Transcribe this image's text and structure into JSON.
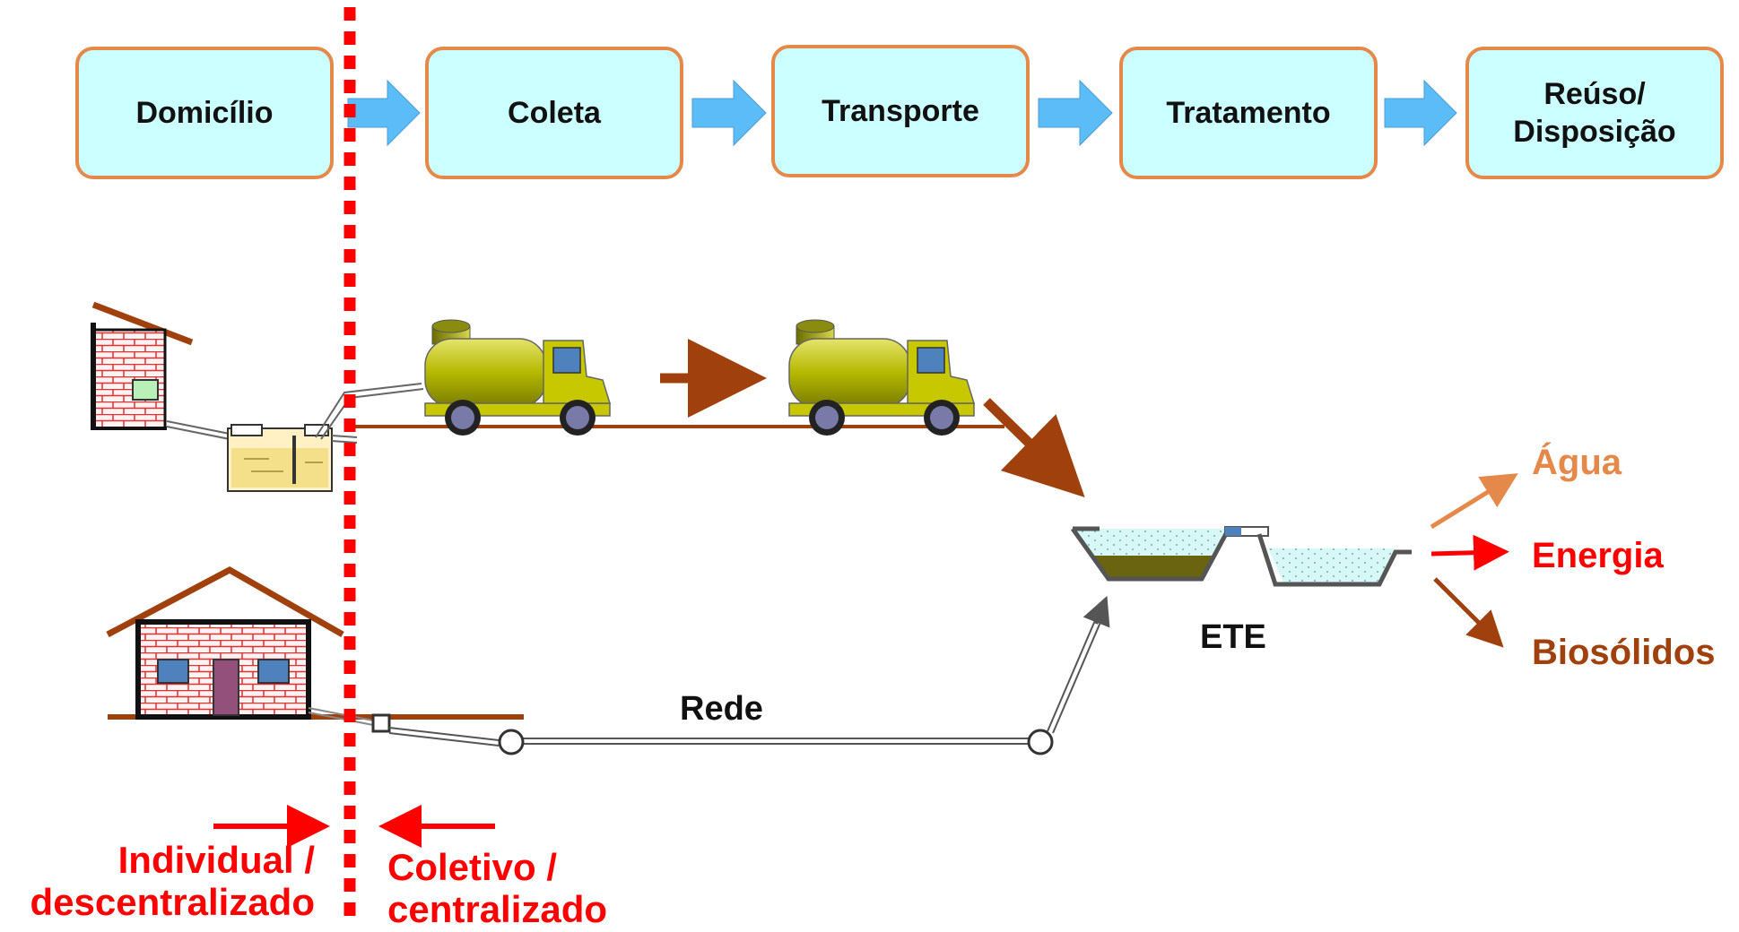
{
  "stages": [
    {
      "label": "Domicílio"
    },
    {
      "label": "Coleta"
    },
    {
      "label": "Transporte"
    },
    {
      "label": "Tratamento"
    },
    {
      "label": "Reúso/\nDisposição"
    }
  ],
  "labels": {
    "ete": "ETE",
    "rede": "Rede",
    "individual": "Individual /\ndescentralizado",
    "coletivo": "Coletivo /\ncentralizado"
  },
  "outputs": [
    {
      "label": "Água",
      "color": "#e4894a"
    },
    {
      "label": "Energia",
      "color": "#ff0000"
    },
    {
      "label": "Biosólidos",
      "color": "#a0410d"
    }
  ],
  "colors": {
    "box_fill": "#ccffff",
    "box_border": "#e4894a",
    "flow_arrow": "#5bbcf7",
    "divider": "#ff0000",
    "ground": "#a0410d",
    "truck": "#b5b800"
  }
}
